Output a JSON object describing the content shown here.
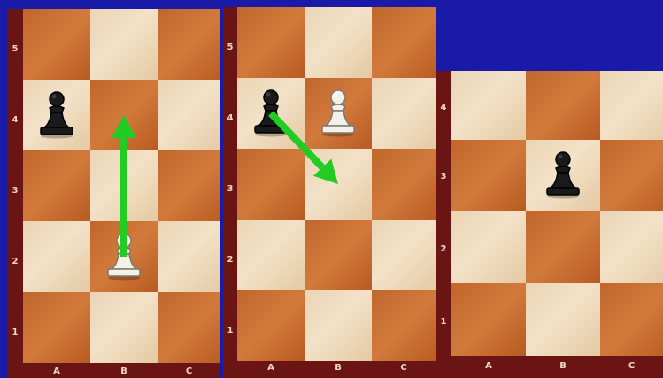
{
  "colors": {
    "background": "#1a1aa8",
    "frame": "#6b1414",
    "arrow": "#22cc22"
  },
  "boards": [
    {
      "ranks": [
        "5",
        "4",
        "3",
        "2",
        "1"
      ],
      "files": [
        "A",
        "B",
        "C"
      ],
      "pieces": [
        {
          "type": "pawn",
          "color": "black",
          "square": "a4"
        },
        {
          "type": "pawn",
          "color": "white",
          "square": "b2"
        }
      ],
      "arrow": {
        "from": "b2",
        "to": "b4"
      }
    },
    {
      "ranks": [
        "5",
        "4",
        "3",
        "2",
        "1"
      ],
      "files": [
        "A",
        "B",
        "C"
      ],
      "pieces": [
        {
          "type": "pawn",
          "color": "black",
          "square": "a4"
        },
        {
          "type": "pawn",
          "color": "white",
          "square": "b4"
        }
      ],
      "arrow": {
        "from": "a4",
        "to": "b3"
      }
    },
    {
      "ranks": [
        "4",
        "3",
        "2",
        "1"
      ],
      "files": [
        "A",
        "B",
        "C"
      ],
      "pieces": [
        {
          "type": "pawn",
          "color": "black",
          "square": "b3"
        }
      ]
    }
  ]
}
